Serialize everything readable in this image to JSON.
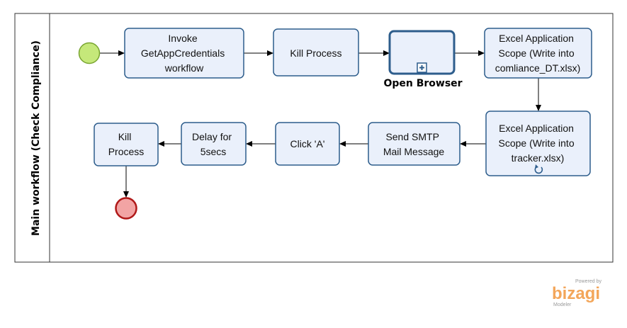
{
  "colors": {
    "task_fill": "#EAF0FB",
    "task_stroke": "#2D5D8C",
    "start_fill": "#C5E87A",
    "start_stroke": "#79A531",
    "end_fill": "#F2A4A4",
    "end_stroke": "#B01818",
    "edge": "#000000"
  },
  "lane": {
    "title": "Main workflow (Check Compliance)"
  },
  "nodes": {
    "invoke": [
      "Invoke",
      "GetAppCredentials",
      "workflow"
    ],
    "kill1": [
      "Kill Process"
    ],
    "open_browser": "Open Browser",
    "excel1": [
      "Excel Application",
      "Scope (Write into",
      "comliance_DT.xlsx)"
    ],
    "excel2": [
      "Excel Application",
      "Scope (Write into",
      "tracker.xlsx)"
    ],
    "smtp": [
      "Send SMTP",
      "Mail Message"
    ],
    "clicka": [
      "Click 'A'"
    ],
    "delay": [
      "Delay for",
      "5secs"
    ],
    "kill2": [
      "Kill",
      "Process"
    ]
  },
  "branding": {
    "powered_by": "Powered by",
    "brand": "bizagi",
    "product": "Modeler"
  }
}
